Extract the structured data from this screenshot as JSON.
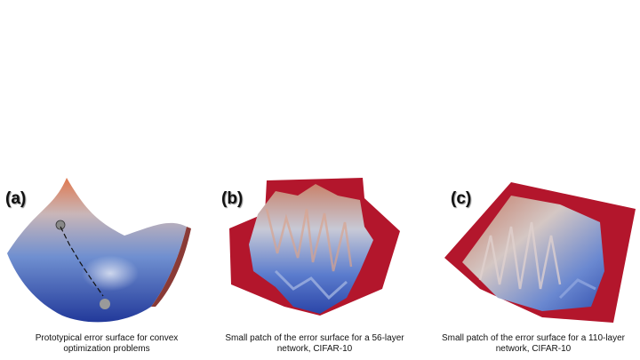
{
  "panels": [
    {
      "label": "(a)",
      "caption_line1": "Prototypical error surface for convex",
      "caption_line2": "optimization problems",
      "icon": "convex-bowl-surface"
    },
    {
      "label": "(b)",
      "caption_line1": "Small patch of the error surface for a  56-layer",
      "caption_line2": "network, CIFAR-10",
      "icon": "rugged-loss-surface"
    },
    {
      "label": "(c)",
      "caption_line1": "Small patch of the error surface for a 110-layer",
      "caption_line2": "network, CIFAR-10",
      "icon": "rugged-loss-surface"
    }
  ],
  "colors": {
    "surface_low": "#2f4fb0",
    "surface_mid": "#a9b9d8",
    "surface_high": "#d87a5a",
    "edge_red": "#b3162c"
  }
}
